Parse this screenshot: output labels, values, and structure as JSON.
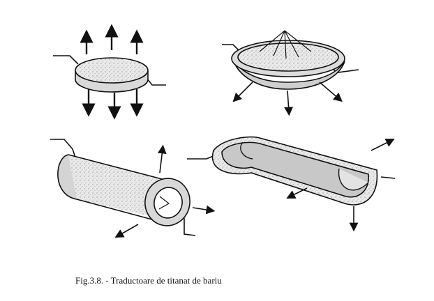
{
  "figure": {
    "caption": "Fig.3.8. - Traductoare de titanat de bariu",
    "panels": [
      {
        "id": "disc",
        "shape": "flat disc transducer",
        "arrows": "vertical, up and down"
      },
      {
        "id": "bowl",
        "shape": "spherical cup transducer",
        "arrows": "converging inside, radiating below"
      },
      {
        "id": "tube",
        "shape": "cylindrical tube transducer",
        "arrows": "radial"
      },
      {
        "id": "half-tube",
        "shape": "half-cylinder transducer",
        "arrows": "radial"
      }
    ],
    "colors": {
      "ink": "#111111",
      "fill": "#e6e6e6",
      "background": "#ffffff"
    }
  }
}
